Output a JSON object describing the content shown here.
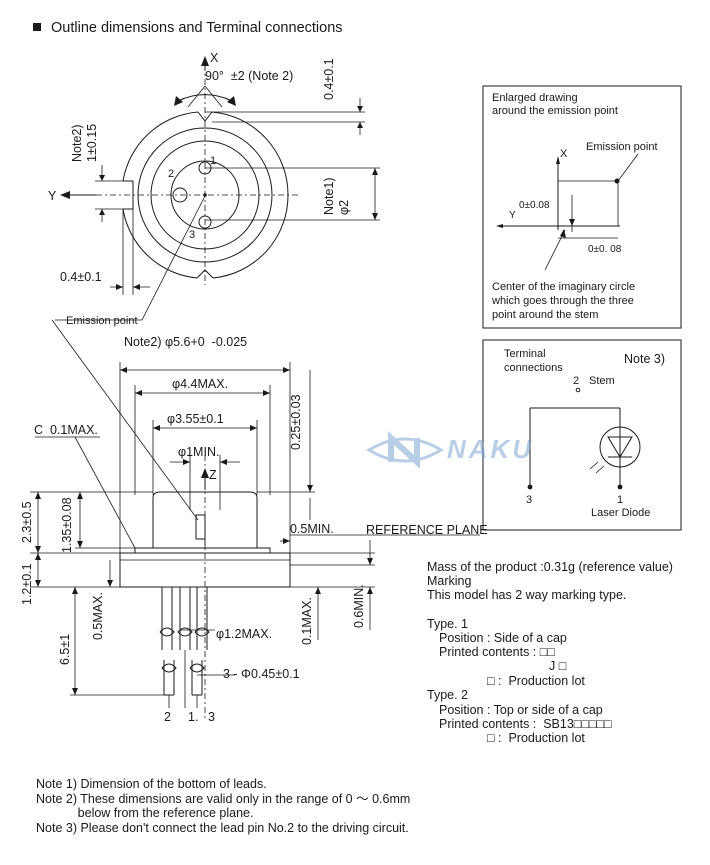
{
  "header": {
    "title": "Outline dimensions and Terminal connections"
  },
  "top_view": {
    "axis_x": "X",
    "axis_y": "Y",
    "angle": "90°  ±2 (Note 2)",
    "dim_top_right": "0.4±0.1",
    "dim_left": "Note2)\n1±0.15",
    "dim_right": "Note1)\nφ2",
    "dim_bottom_left": "0.4±0.1",
    "pin_labels": [
      "1",
      "2",
      "3"
    ],
    "emission_point": "Emission point"
  },
  "side_view": {
    "dim_top": "Note2) φ5.6+0  -0.025",
    "dim_44": "φ4.4MAX.",
    "dim_355": "φ3.55±0.1",
    "dim_1min": "φ1MIN.",
    "axis_z": "Z",
    "dim_025": "0.25±0.03",
    "chamfer": "C  0.1MAX.",
    "dim_23": "2.3±0.5",
    "dim_135": "1.35±0.08",
    "dim_05min": "0.5MIN.",
    "reference_plane": "REFERENCE PLANE",
    "dim_12": "1.2±0.1",
    "dim_05max": "0.5MAX.",
    "dim_65": "6.5±1",
    "dim_lead": "φ1.2MAX.",
    "dim_01max": "0.1MAX.",
    "dim_06min": "0.6MIN.",
    "dim_pins": "3 - Φ0.45±0.1",
    "pin_numbers": [
      "2",
      "1.",
      "3"
    ]
  },
  "enlarged": {
    "title": "Enlarged drawing\naround the emission point",
    "emission_point": "Emission point",
    "axis_x": "X",
    "axis_y": "Y",
    "dim_v": "0±0.08",
    "dim_h": "0±0. 08",
    "caption": "Center of the imaginary circle\nwhich goes through the three\npoint around the stem"
  },
  "terminal": {
    "title": "Terminal\nconnections",
    "note": "Note 3)",
    "stem_num": "2",
    "stem": "Stem",
    "pin3": "3",
    "pin1": "1",
    "laser": "Laser Diode"
  },
  "product": {
    "mass": "Mass of the product :0.31g (reference value)",
    "marking": "Marking",
    "marking_types": "This model has 2 way marking type.",
    "type1": "Type. 1",
    "type1_position": "Position : Side of a cap",
    "type1_printed": "Printed contents : □□",
    "type1_printed2": "J □",
    "type1_lot": "□ :  Production lot",
    "type2": "Type. 2",
    "type2_position": "Position : Top or side of a cap",
    "type2_printed": "Printed contents :  SB13□□□□□",
    "type2_lot": "□ :  Production lot"
  },
  "notes": [
    "Note 1) Dimension of the bottom of leads.",
    "Note 2) These dimensions are valid only in the range of 0 ～ 0.6mm",
    "            below from the reference plane.",
    "Note 3) Please don't connect the lead pin No.2 to the driving circuit."
  ],
  "watermark": {
    "text": "NAKU",
    "color": "#7fa6d3"
  }
}
